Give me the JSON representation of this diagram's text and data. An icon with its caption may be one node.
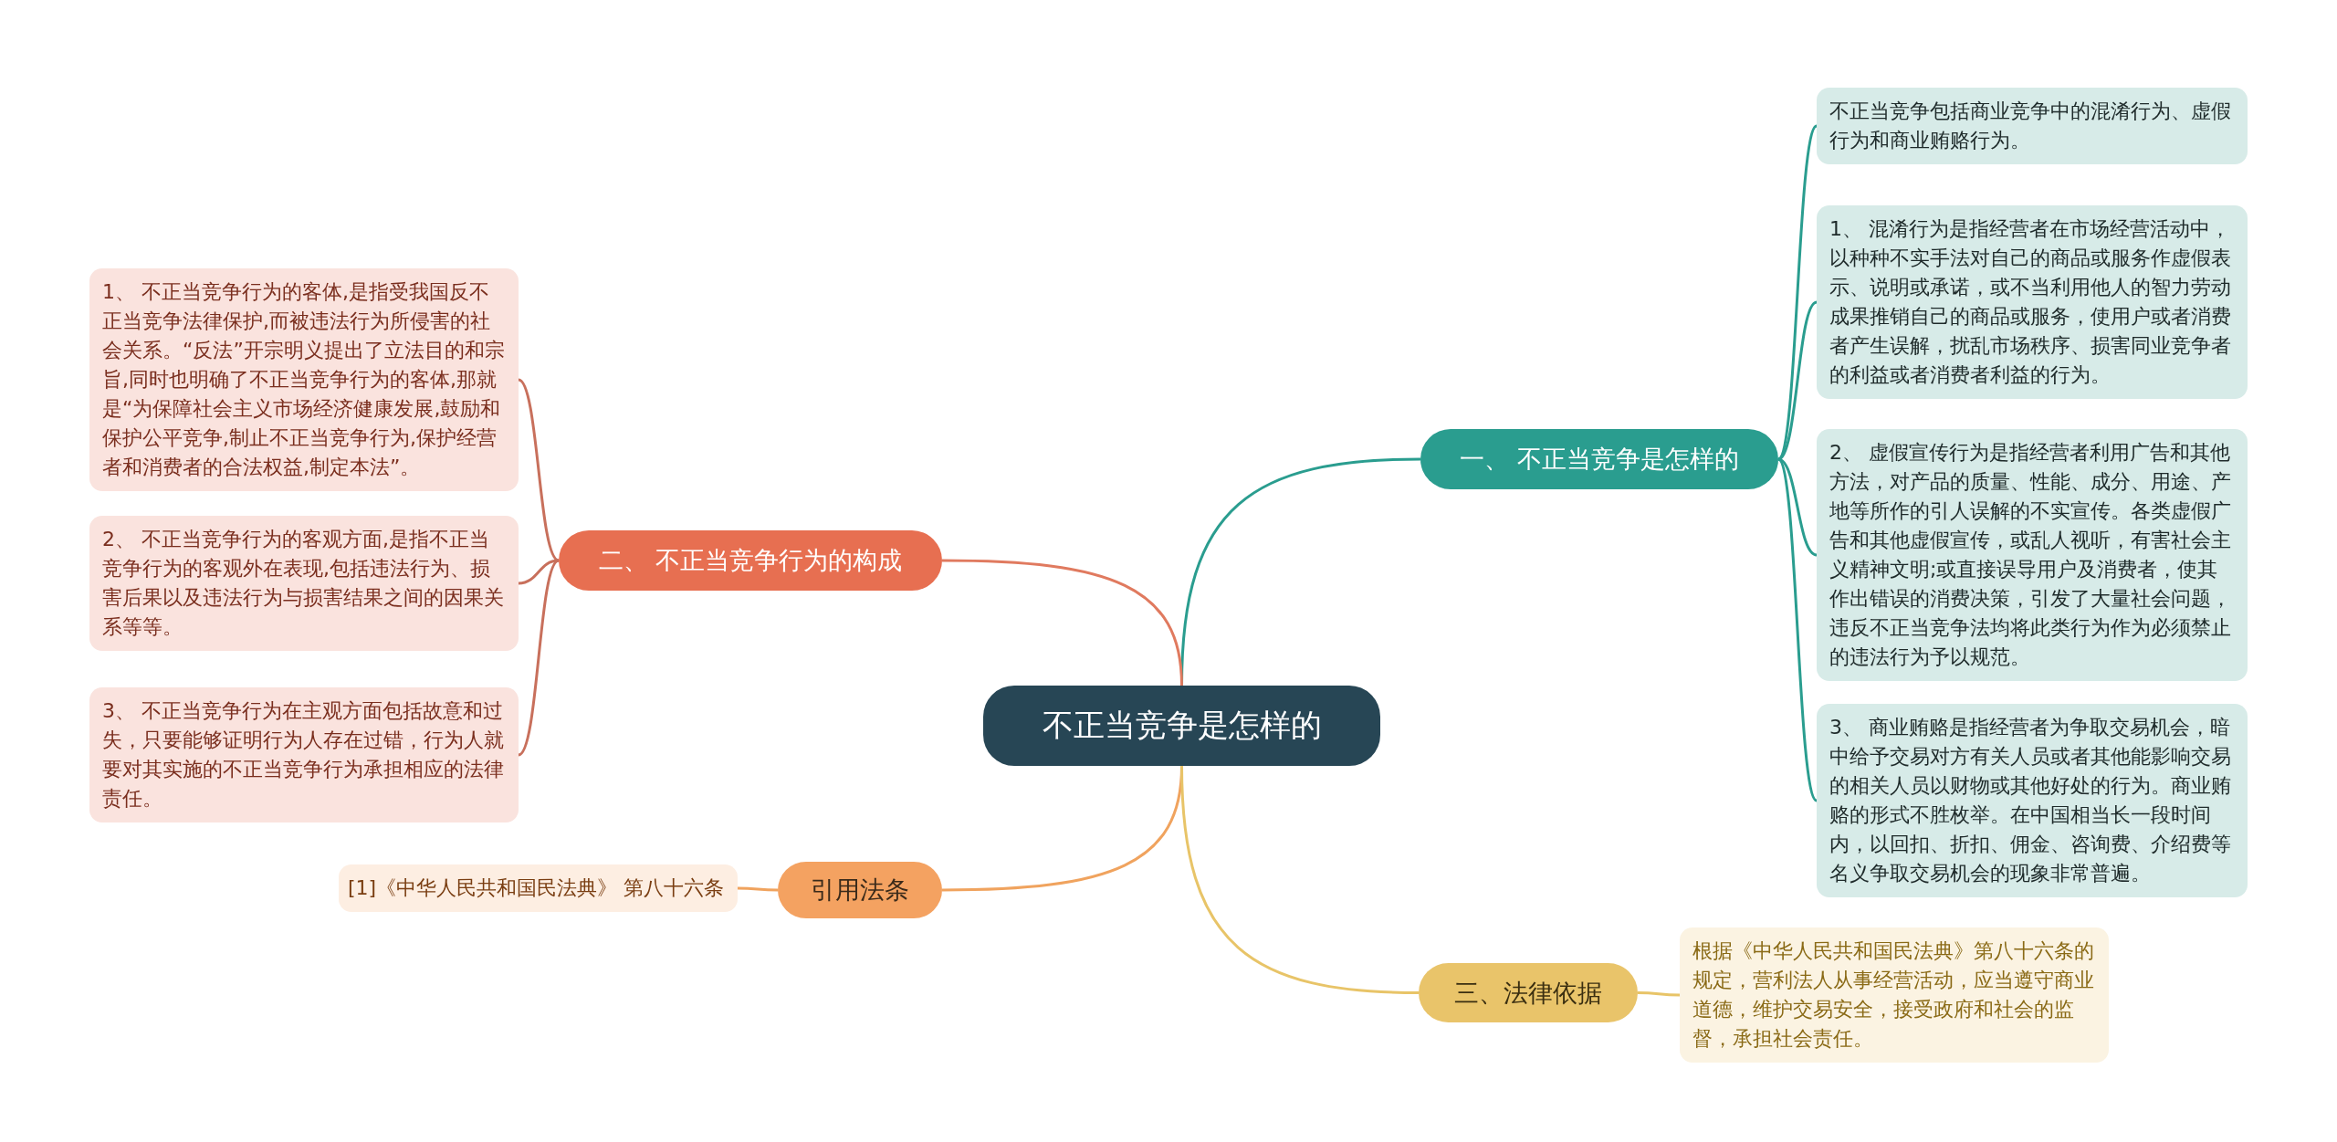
{
  "diagram": {
    "nodes": [
      {
        "text": [
          "不正当竞争是怎样的"
        ]
      },
      {
        "text": [
          "一、 不正当竞争是怎样的"
        ]
      },
      {
        "text": [
          "不正当竞争包括商业竞争中的混淆行为、虚假行为和商业贿赂行为。"
        ]
      },
      {
        "text": [
          "1、 混淆行为是指经营者在市场经营活动中，以种种不实手法对自己的商品或服务作虚假表示、说明或承诺，或不当利用他人的智力劳动成果推销自己的商品或服务，使用户或者消费者产生误解，扰乱市场秩序、损害同业竞争者的利益或者消费者利益的行为。"
        ]
      },
      {
        "text": [
          "2、 虚假宣传行为是指经营者利用广告和其他方法，对产品的质量、性能、成分、用途、产地等所作的引人误解的不实宣传。各类虚假广告和其他虚假宣传，或乱人视听，有害社会主义精神文明;或直接误导用户及消费者，使其作出错误的消费决策，引发了大量社会问题，违反不正当竞争法均将此类行为作为必须禁止的违法行为予以规范。"
        ]
      },
      {
        "text": [
          "3、 商业贿赂是指经营者为争取交易机会，暗中给予交易对方有关人员或者其他能影响交易的相关人员以财物或其他好处的行为。商业贿赂的形式不胜枚举。在中国相当长一段时间内，以回扣、折扣、佣金、咨询费、介绍费等名义争取交易机会的现象非常普遍。"
        ]
      },
      {
        "text": [
          "二、 不正当竞争行为的构成"
        ]
      },
      {
        "text": [
          "1、 不正当竞争行为的客体,是指受我国反不正当竞争法律保护,而被违法行为所侵害的社会关系。“反法”开宗明义提出了立法目的和宗旨,同时也明确了不正当竞争行为的客体,那就是“为保障社会主义市场经济健康发展,鼓励和保护公平竞争,制止不正当竞争行为,保护经营者和消费者的合法权益,制定本法”。"
        ]
      },
      {
        "text": [
          "2、 不正当竞争行为的客观方面,是指不正当竞争行为的客观外在表现,包括违法行为、损害后果以及违法行为与损害结果之间的因果关系等等。"
        ]
      },
      {
        "text": [
          "3、 不正当竞争行为在主观方面包括故意和过失，只要能够证明行为人存在过错，行为人就要对其实施的不正当竞争行为承担相应的法律责任。"
        ]
      },
      {
        "text": [
          "引用法条"
        ]
      },
      {
        "text": [
          "[1]《中华人民共和国民法典》 第八十六条"
        ]
      },
      {
        "text": [
          "三、法律依据"
        ]
      },
      {
        "text": [
          "根据《中华人民共和国民法典》第八十六条的规定，营利法人从事经营活动，应当遵守商业道德，维护交易安全，接受政府和社会的监督，承担社会责任。"
        ]
      }
    ],
    "edges": [
      {
        "from": 0,
        "to": 1,
        "arrow": "none"
      },
      {
        "from": 1,
        "to": 2,
        "arrow": "none"
      },
      {
        "from": 1,
        "to": 3,
        "arrow": "none"
      },
      {
        "from": 1,
        "to": 4,
        "arrow": "none"
      },
      {
        "from": 1,
        "to": 5,
        "arrow": "none"
      },
      {
        "from": 0,
        "to": 6,
        "arrow": "none",
        "color": "#e07a5f"
      },
      {
        "from": 6,
        "to": 7,
        "arrow": "none",
        "color": "#c8705c"
      },
      {
        "from": 6,
        "to": 8,
        "arrow": "none",
        "color": "#c8705c"
      },
      {
        "from": 6,
        "to": 9,
        "arrow": "none",
        "color": "#c8705c"
      },
      {
        "from": 0,
        "to": 10,
        "arrow": "none",
        "color": "#f0a35e"
      },
      {
        "from": 10,
        "to": 11,
        "arrow": "none",
        "color": "#f0a35e"
      },
      {
        "from": 0,
        "to": 12,
        "arrow": "none",
        "color": "#e8c468"
      },
      {
        "from": 12,
        "to": 13,
        "arrow": "none",
        "color": "#e8c468"
      }
    ]
  }
}
